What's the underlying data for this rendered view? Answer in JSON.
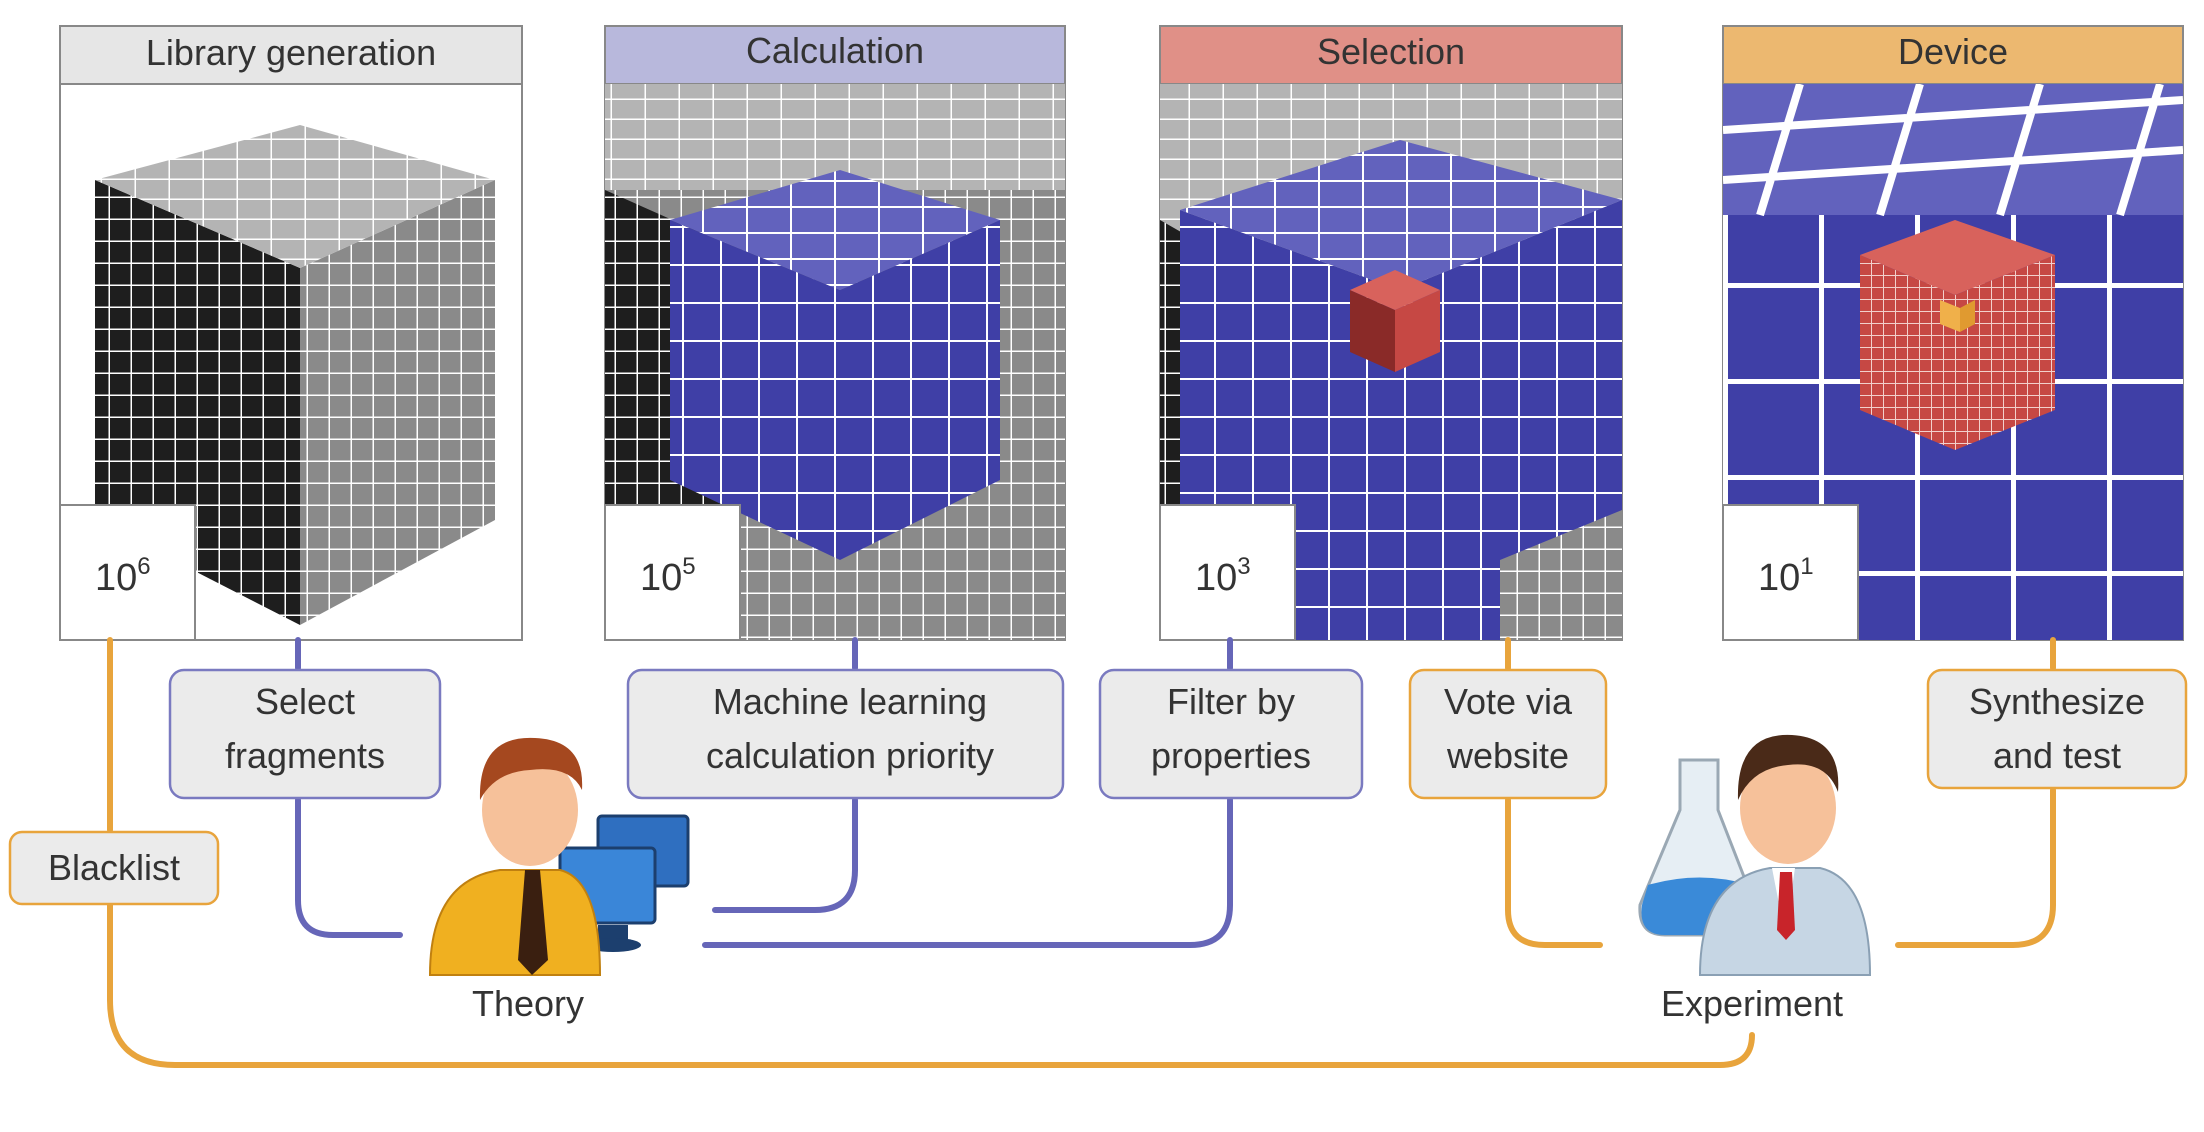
{
  "stages": [
    {
      "title": "Library generation",
      "count_base": "10",
      "count_exp": "6",
      "header_color": "#e6e6e6"
    },
    {
      "title": "Calculation",
      "count_base": "10",
      "count_exp": "5",
      "header_color": "#b8b8dc"
    },
    {
      "title": "Selection",
      "count_base": "10",
      "count_exp": "3",
      "header_color": "#e09087"
    },
    {
      "title": "Device",
      "count_base": "10",
      "count_exp": "1",
      "header_color": "#ecb870"
    }
  ],
  "steps": {
    "select_fragments": [
      "Select",
      "fragments"
    ],
    "machine_learning": [
      "Machine learning",
      "calculation priority"
    ],
    "filter": [
      "Filter by",
      "properties"
    ],
    "vote": [
      "Vote via",
      "website"
    ],
    "synthesize": [
      "Synthesize",
      "and test"
    ],
    "blacklist": "Blacklist"
  },
  "actors": {
    "theory": "Theory",
    "experiment": "Experiment"
  },
  "colors": {
    "theory_line": "#6666b8",
    "experiment_line": "#e8a43c",
    "theory_box_border": "#7a7ac0",
    "experiment_box_border": "#e8a43c",
    "box_fill": "#ebebeb",
    "cube_grey": "#8a8a8a",
    "cube_top": "#b4b4b4",
    "cube_dark": "#1e1e1e",
    "cube_blue": "#3f3fa6",
    "cube_blue_top": "#6262bd",
    "cube_red": "#c64844",
    "cube_gold": "#f0b04a"
  }
}
